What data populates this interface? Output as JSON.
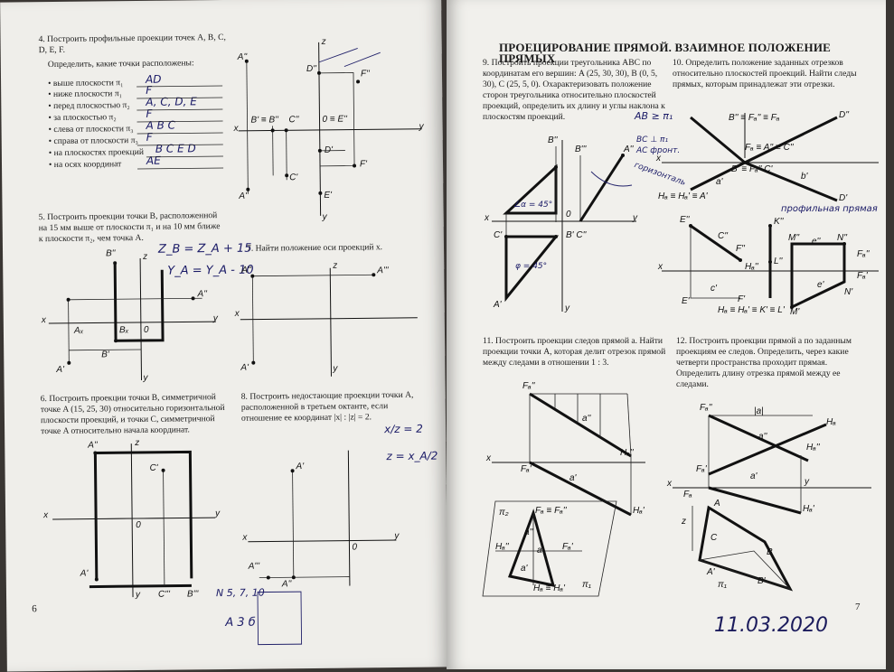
{
  "left_page": {
    "page_number": "6",
    "task4": {
      "text": "4. Построить профильные проекции точек A, B, C, D, E, F.",
      "question": "Определить, какие точки расположены:",
      "items": [
        {
          "label": "• выше плоскости π₁",
          "answer": "AD"
        },
        {
          "label": "• ниже плоскости π₁",
          "answer": "F"
        },
        {
          "label": "• перед плоскостью π₂",
          "answer": "A, C, D, E"
        },
        {
          "label": "• за плоскостью π₂",
          "answer": "F"
        },
        {
          "label": "• слева от плоскости π₃",
          "answer": "A B C"
        },
        {
          "label": "• справа от плоскости π₃",
          "answer": "F"
        },
        {
          "label": "• на плоскостях проекций",
          "answer": "B C E D"
        },
        {
          "label": "• на осях координат",
          "answer": "AE"
        }
      ],
      "labels": [
        "A''",
        "z",
        "D''",
        "F''",
        "B' ≡ B''",
        "C''",
        "0 ≡ E''",
        "x",
        "y",
        "D'",
        "F'",
        "C'",
        "E'",
        "A'",
        "y"
      ]
    },
    "task5": {
      "text": "5. Построить проекции точки B, расположенной на 15 мм выше от плоскости π₁ и на 10 мм ближе к плоскости π₂, чем точка A.",
      "labels": [
        "B''",
        "z",
        "A''",
        "x",
        "Aₓ",
        "Bₓ",
        "0",
        "y",
        "B'",
        "A'",
        "y"
      ],
      "handwriting": [
        "Z_B = Z_A + 15",
        "Y_A = Y_A - 10"
      ]
    },
    "task6": {
      "text": "6. Построить проекции точки B, симметричной точке A (15, 25, 30) относительно горизонтальной плоскости проекций, и точки C, симметричной точке A относительно начала координат.",
      "labels": [
        "A''",
        "z",
        "C'",
        "x",
        "0",
        "y",
        "A'",
        "C'''",
        "B'''",
        "y"
      ]
    },
    "task7": {
      "text": "7. Найти положение оси проекций x.",
      "labels": [
        "A''",
        "z",
        "A'''",
        "x",
        "A'",
        "y"
      ]
    },
    "task8": {
      "text": "8. Построить недостающие проекции точки A, расположенной в третьем октанте, если отношение ее координат |x| : |z| = 2.",
      "labels": [
        "A'",
        "x",
        "0",
        "y",
        "A'''",
        "A''"
      ],
      "handwriting": [
        "x/z = 2",
        "z = x_A/2",
        "N 5, 7, 10",
        "A 3 б"
      ]
    }
  },
  "right_page": {
    "page_number": "7",
    "heading": "ПРОЕЦИРОВАНИЕ ПРЯМОЙ. ВЗАИМНОЕ ПОЛОЖЕНИЕ ПРЯМЫХ",
    "task9": {
      "text": "9. Построить проекции треугольника ABC по координатам его вершин: A (25, 30, 30), B (0, 5, 30), C (25, 5, 0). Охарактеризовать положение сторон треугольника относительно плоскостей проекций, определить их длину и углы наклона к плоскостям проекций.",
      "labels": [
        "B''",
        "B'''",
        "A''",
        "x",
        "0",
        "y",
        "C'",
        "B' C''",
        "A'",
        "y"
      ],
      "handwriting": [
        "AB ≥ π₁",
        "BC ⊥ π₁",
        "AC фронт.",
        "горизонталь",
        "∠α = 45°",
        "φ = 45°"
      ]
    },
    "task10": {
      "text": "10. Определить положение заданных отрезков относительно плоскостей проекций. Найти следы прямых, которым принадлежат эти отрезки.",
      "labels": [
        "B'' ≡ Fₐ'' ≡ Fₐ",
        "D''",
        "Fₐ ≡ A'' ≡ C''",
        "x",
        "B' ≡ Fₐ'' C'",
        "b'",
        "Hₐ ≡ Hₐ' ≡ A'",
        "D'",
        "a'",
        "E''",
        "K''",
        "M''",
        "e''",
        "N''",
        "C''",
        "F''",
        "L''",
        "Fₐ''",
        "Hₐ''",
        "N'",
        "x",
        "Fₐ'",
        "E'",
        "F'",
        "c'",
        "M'",
        "e'",
        "Hₐ ≡ Hₐ' ≡ K' ≡ L'"
      ],
      "handwriting": [
        "профильная прямая"
      ]
    },
    "task11": {
      "text": "11. Построить проекции следов прямой a. Найти проекции точки A, которая делит отрезок прямой между следами в отношении 1 : 3.",
      "labels": [
        "Fₐ''",
        "a''",
        "x",
        "Fₐ'",
        "Hₐ''",
        "a'",
        "Hₐ'",
        "π₂",
        "Fₐ ≡ Fₐ''",
        "Hₐ''",
        "a''",
        "a",
        "Fₐ'",
        "a'",
        "Hₐ ≡ Hₐ'",
        "π₁"
      ]
    },
    "task12": {
      "text": "12. Построить проекции прямой a по заданным проекциям ее следов. Определить, через какие четверти пространства проходит прямая. Определить длину отрезка прямой между ее следами.",
      "labels": [
        "Fₐ''",
        "|a|",
        "Hₐ",
        "a''",
        "Hₐ''",
        "x",
        "Fₐ'",
        "a'",
        "y",
        "Fₐ",
        "A",
        "Hₐ'",
        "z",
        "C",
        "B",
        "A'",
        "B'",
        "π₁"
      ]
    },
    "signature_date": "11.03.2020"
  }
}
